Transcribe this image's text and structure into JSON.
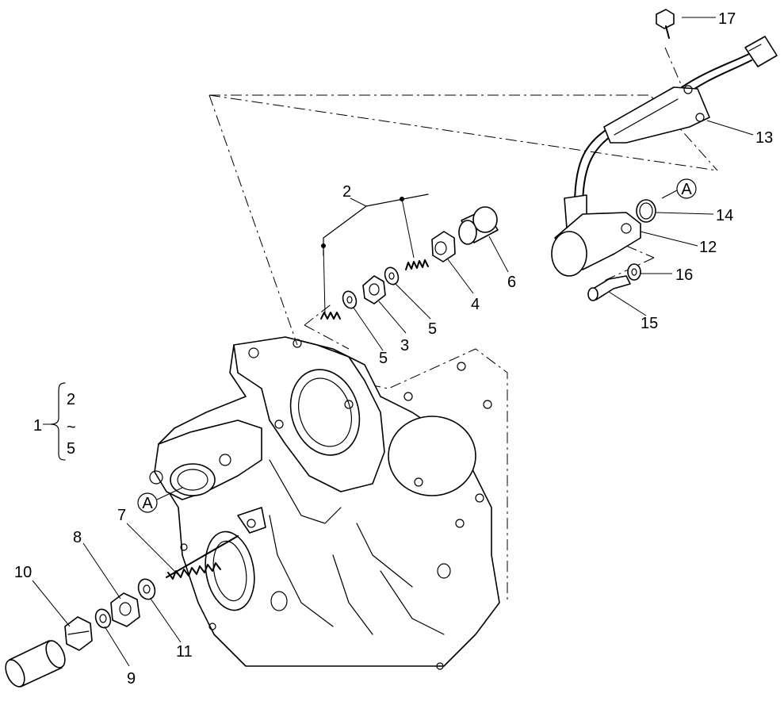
{
  "labels": {
    "p1": "1",
    "p2": "2",
    "p3": "3",
    "p4": "4",
    "p5a": "5",
    "p5b": "5",
    "p6": "6",
    "p7": "7",
    "p8": "8",
    "p9": "9",
    "p10": "10",
    "p11": "11",
    "p12": "12",
    "p13": "13",
    "p14": "14",
    "p15": "15",
    "p16": "16",
    "p17": "17"
  },
  "bracket": {
    "top": "2",
    "tilde": "~",
    "bottom": "5"
  },
  "refs": {
    "a_block": "A",
    "a_solenoid": "A"
  }
}
